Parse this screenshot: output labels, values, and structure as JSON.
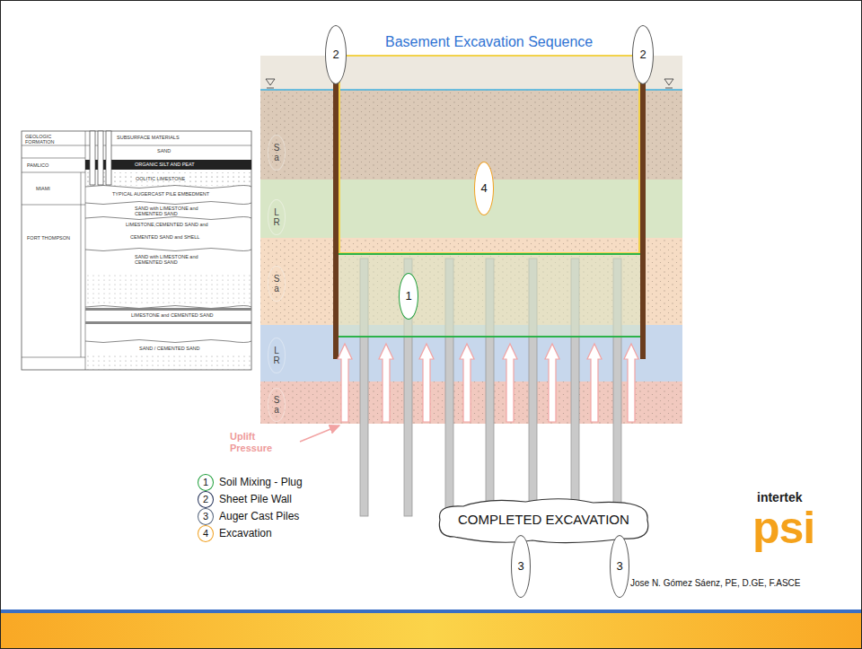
{
  "diagram": {
    "title": "Basement Excavation Sequence",
    "nodes": [
      {
        "text": [
          "2"
        ]
      },
      {
        "text": [
          "2"
        ]
      },
      {
        "text": [
          "S a"
        ]
      },
      {
        "text": [
          "4"
        ]
      },
      {
        "text": [
          "L R"
        ]
      },
      {
        "text": [
          "S a"
        ]
      },
      {
        "text": [
          "1"
        ]
      },
      {
        "text": [
          "L R"
        ]
      },
      {
        "text": [
          "S a"
        ]
      },
      {
        "text": [
          "COMPLETED EXCAVATION"
        ]
      },
      {
        "text": [
          "3"
        ]
      },
      {
        "text": [
          "3"
        ]
      }
    ],
    "labels": [
      "GEOLOGIC FORMATION",
      "SUBSURFACE MATERIALS",
      "SAND",
      "ORGANIC SILT AND PEAT",
      "PAMLICO",
      "OOLITIC LIMESTONE",
      "MIAMI",
      "TYPICAL AUGERCAST PILE EMBEDMENT",
      "SAND with LIMESTONE and CEMENTED SAND",
      "LIMESTONE,CEMENTED SAND and",
      "CEMENTED SAND and SHELL",
      "FORT THOMPSON",
      "SAND with LIMESTONE and CEMENTED SAND",
      "LIMESTONE and CEMENTED SAND",
      "SAND / CEMENTED SAND",
      "Uplift Pressure",
      "1",
      "2",
      "3",
      "4",
      "intertek",
      "psi",
      "Jose N. Gómez Sáenz, PE, D.GE, F.ASCE"
    ],
    "legend": [
      {
        "text": "Soil Mixing - Plug"
      },
      {
        "text": "Sheet Pile Wall"
      },
      {
        "text": "Auger Cast Piles"
      },
      {
        "text": "Excavation"
      }
    ]
  }
}
